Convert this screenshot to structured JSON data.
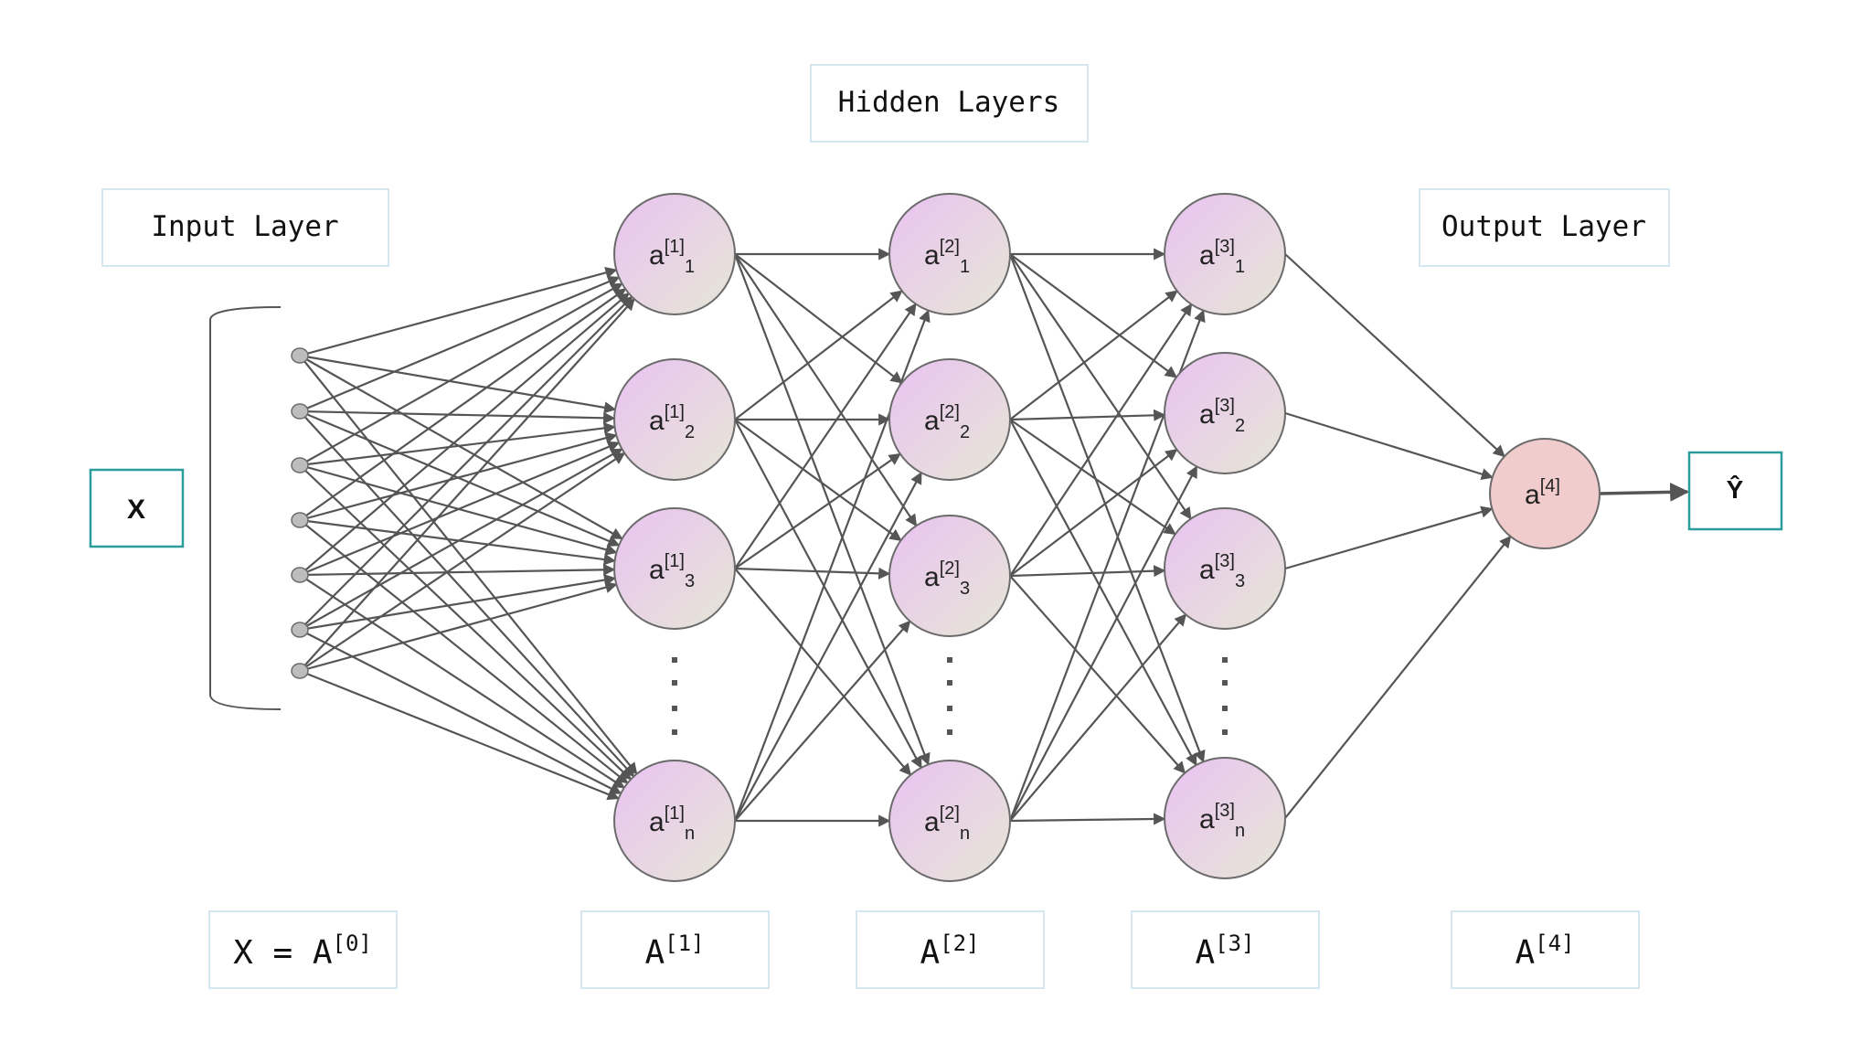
{
  "labels": {
    "hidden_layers": "Hidden Layers",
    "input_layer": "Input Layer",
    "output_layer": "Output Layer",
    "x": "X",
    "y_hat": "Ŷ"
  },
  "bottom_labels": [
    {
      "base": "X = A",
      "sup": "[0]"
    },
    {
      "base": "A",
      "sup": "[1]"
    },
    {
      "base": "A",
      "sup": "[2]"
    },
    {
      "base": "A",
      "sup": "[3]"
    },
    {
      "base": "A",
      "sup": "[4]"
    }
  ],
  "nodes": {
    "layer1": [
      {
        "base": "a",
        "sup": "[1]",
        "sub": "1"
      },
      {
        "base": "a",
        "sup": "[1]",
        "sub": "2"
      },
      {
        "base": "a",
        "sup": "[1]",
        "sub": "3"
      },
      {
        "base": "a",
        "sup": "[1]",
        "sub": "n"
      }
    ],
    "layer2": [
      {
        "base": "a",
        "sup": "[2]",
        "sub": "1"
      },
      {
        "base": "a",
        "sup": "[2]",
        "sub": "2"
      },
      {
        "base": "a",
        "sup": "[2]",
        "sub": "3"
      },
      {
        "base": "a",
        "sup": "[2]",
        "sub": "n"
      }
    ],
    "layer3": [
      {
        "base": "a",
        "sup": "[3]",
        "sub": "1"
      },
      {
        "base": "a",
        "sup": "[3]",
        "sub": "2"
      },
      {
        "base": "a",
        "sup": "[3]",
        "sub": "3"
      },
      {
        "base": "a",
        "sup": "[3]",
        "sub": "n"
      }
    ],
    "output": {
      "base": "a",
      "sup": "[4]"
    }
  },
  "input_node_count": 7,
  "colors": {
    "box_border": "#d6e6f0",
    "teal_border": "#2a9d9a",
    "edge": "#555555",
    "node_stroke": "#6b6b6b",
    "hidden_fill_top": "#e9c6ef",
    "hidden_fill_bottom": "#e6e6d6",
    "output_fill": "#f1cccc",
    "input_node_fill": "#bdbdbd"
  }
}
